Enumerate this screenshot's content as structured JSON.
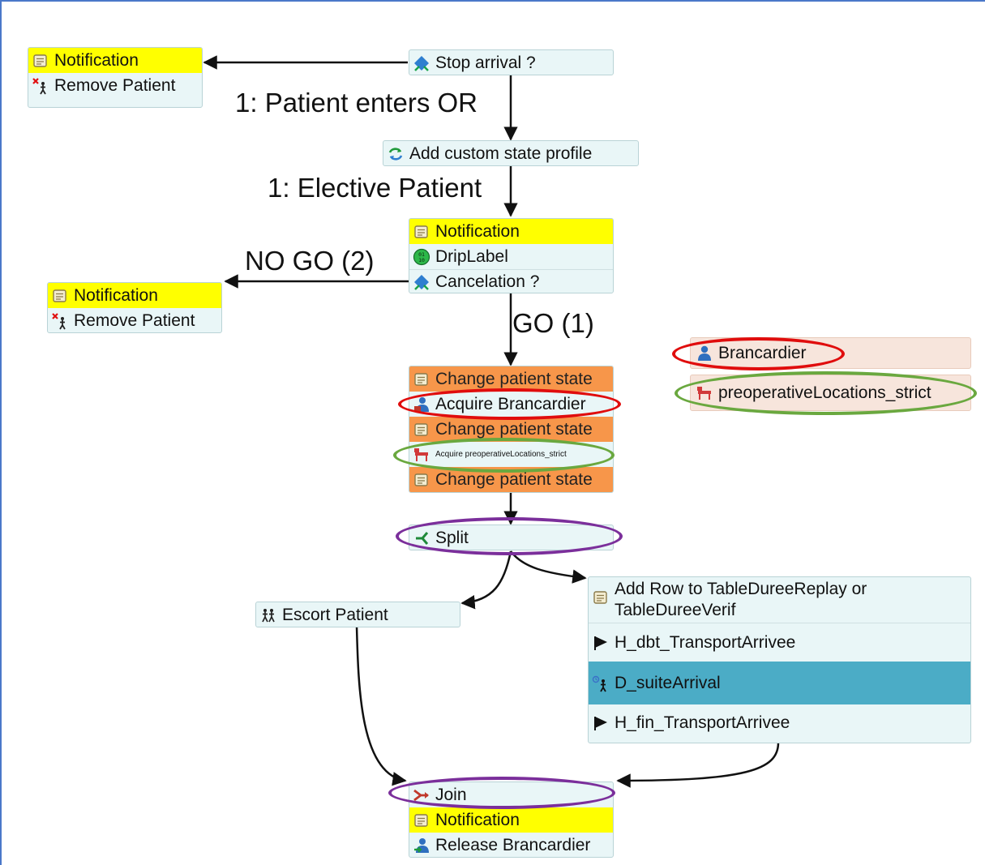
{
  "edge_labels": {
    "patient_enters_or": "1: Patient enters OR",
    "elective_patient": "1: Elective Patient",
    "no_go": "NO GO (2)",
    "go": "GO (1)"
  },
  "stop_arrival": {
    "label": "Stop arrival ?"
  },
  "notification_top": {
    "notification": "Notification",
    "remove_patient": "Remove Patient"
  },
  "add_custom_state": {
    "label": "Add custom state profile"
  },
  "cancel_block": {
    "notification": "Notification",
    "drip_label": "DripLabel",
    "cancelation": "Cancelation ?"
  },
  "notification_left": {
    "notification": "Notification",
    "remove_patient": "Remove Patient"
  },
  "acquire_block": {
    "change_state_1": "Change patient state",
    "acquire_brancardier": "Acquire Brancardier",
    "change_state_2": "Change patient state",
    "acquire_locations": "Acquire preoperativeLocations_strict",
    "change_state_3": "Change patient state"
  },
  "resources": {
    "brancardier": "Brancardier",
    "locations": "preoperativeLocations_strict"
  },
  "split": {
    "label": "Split"
  },
  "escort": {
    "label": "Escort Patient"
  },
  "timing_block": {
    "add_row": "Add Row to TableDureeReplay or TableDureeVerif",
    "h_dbt": "H_dbt_TransportArrivee",
    "d_suite": "D_suiteArrival",
    "h_fin": "H_fin_TransportArrivee"
  },
  "join_block": {
    "join": "Join",
    "notification": "Notification",
    "release": "Release Brancardier"
  },
  "colors": {
    "notification_bg": "#ffff00",
    "state_change_bg": "#f7964a",
    "block_bg": "#e9f6f7",
    "resource_bg": "#f7e5dc",
    "selected_row_bg": "#4bacc6",
    "highlight_red": "#e00d0d",
    "highlight_green": "#6aa83f",
    "highlight_purple": "#7b2f9b",
    "frame": "#4a78c9"
  }
}
